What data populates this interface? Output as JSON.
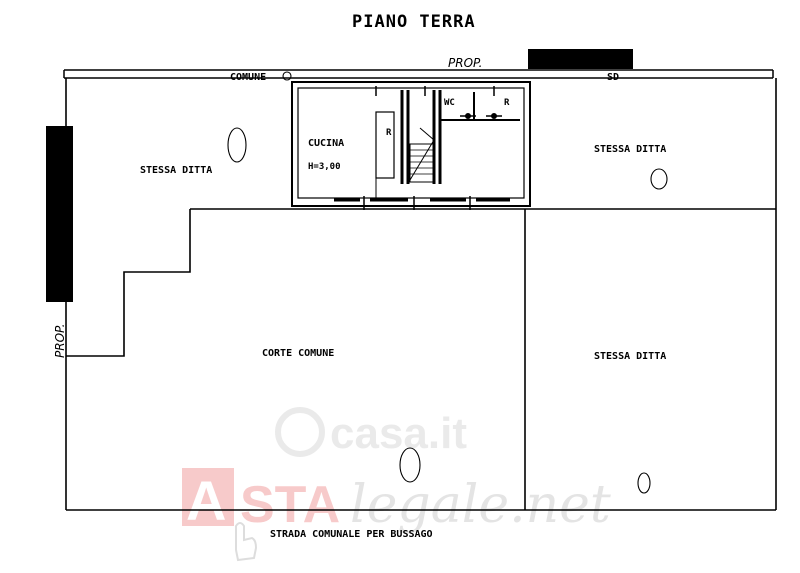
{
  "title": "PIANO TERRA",
  "labels": {
    "prop_top": "PROP.",
    "prop_left": "PROP.",
    "comune": "COMUNE",
    "sd": "SD",
    "stessa_ditta_left": "STESSA DITTA",
    "stessa_ditta_upper_right": "STESSA DITTA",
    "stessa_ditta_lower_right": "STESSA DITTA",
    "cucina": "CUCINA",
    "height": "H=3,00",
    "wc": "WC",
    "r1": "R",
    "r2": "R",
    "corte_comune": "CORTE COMUNE",
    "strada": "STRADA COMUNALE PER BUSSAGO"
  },
  "watermarks": {
    "casa": "casa.it",
    "asta_a": "A",
    "asta_sta": "STA",
    "asta_rest": "legale.net"
  }
}
